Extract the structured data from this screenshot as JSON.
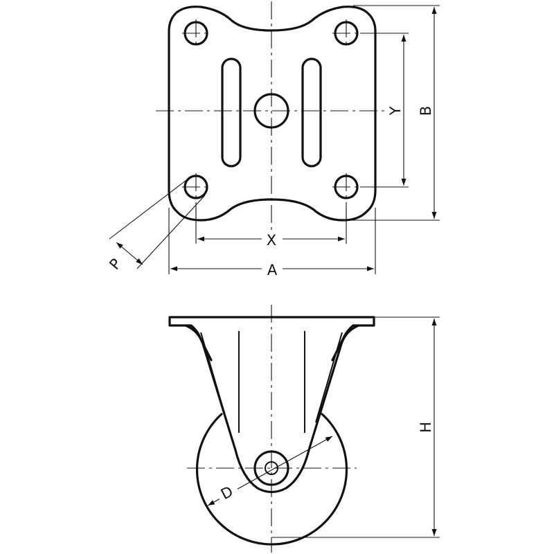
{
  "labels": {
    "A": "A",
    "B": "B",
    "X": "X",
    "Y": "Y",
    "P": "P",
    "H": "H",
    "D": "D"
  }
}
